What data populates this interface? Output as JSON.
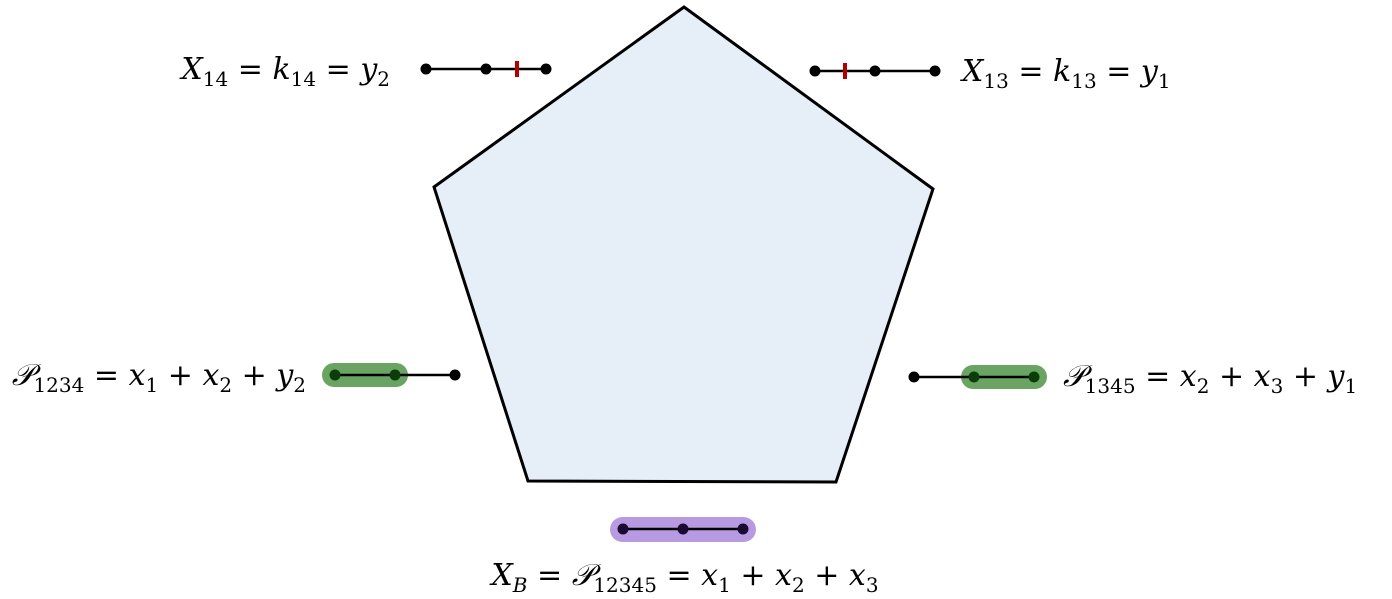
{
  "labels": {
    "top_left": {
      "parts": [
        "X",
        "14",
        " = ",
        "k",
        "14",
        " = ",
        "y",
        "2"
      ]
    },
    "top_right": {
      "parts": [
        "X",
        "13",
        " = ",
        "k",
        "13",
        " = ",
        "y",
        "1"
      ]
    },
    "left": {
      "parts": [
        "𝒫",
        "1234",
        " = ",
        "x",
        "1",
        " + ",
        "x",
        "2",
        " + ",
        "y",
        "2"
      ]
    },
    "right": {
      "parts": [
        "𝒫",
        "1345",
        " = ",
        "x",
        "2",
        " + ",
        "x",
        "3",
        " + ",
        "y",
        "1"
      ]
    },
    "bottom": {
      "parts": [
        "X",
        "B",
        " = ",
        "𝒫",
        "12345",
        " = ",
        "x",
        "1",
        " + ",
        "x",
        "2",
        " + ",
        "x",
        "3"
      ]
    }
  },
  "colors": {
    "pentagon_fill": "#e6eef7",
    "stroke": "#000000",
    "red_mark": "#b30000",
    "green_highlight": "#5a9a52",
    "purple_highlight": "#b89ae3"
  }
}
